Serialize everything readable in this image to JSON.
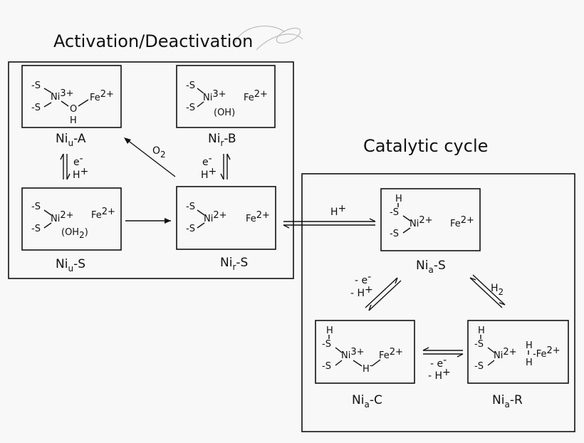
{
  "sections": {
    "activation_title": "Activation/Deactivation",
    "catalytic_title": "Catalytic cycle"
  },
  "species": {
    "NiuA": {
      "label_main": "Ni",
      "label_sub": "u",
      "label_end": "-A",
      "ni": "Ni",
      "ni_charge": "3+",
      "fe": "Fe",
      "fe_charge": "2+",
      "bridge_o": "O",
      "bridge_h": "H",
      "s": "-S"
    },
    "NirB": {
      "label_main": "Ni",
      "label_sub": "r",
      "label_end": "-B",
      "ni": "Ni",
      "ni_charge": "3+",
      "fe": "Fe",
      "fe_charge": "2+",
      "bridge": "(OH)",
      "s": "-S"
    },
    "NiuS": {
      "label_main": "Ni",
      "label_sub": "u",
      "label_end": "-S",
      "ni": "Ni",
      "ni_charge": "2+",
      "fe": "Fe",
      "fe_charge": "2+",
      "bridge_pre": "(OH",
      "bridge_sub": "2",
      "bridge_post": ")",
      "s": "-S"
    },
    "NirS": {
      "label_main": "Ni",
      "label_sub": "r",
      "label_end": "-S",
      "ni": "Ni",
      "ni_charge": "2+",
      "fe": "Fe",
      "fe_charge": "2+",
      "s": "-S"
    },
    "NiaS": {
      "label_main": "Ni",
      "label_sub": "a",
      "label_end": "-S",
      "ni": "Ni",
      "ni_charge": "2+",
      "fe": "Fe",
      "fe_charge": "2+",
      "h": "H",
      "s": "-S",
      "s_plain": "S"
    },
    "NiaC": {
      "label_main": "Ni",
      "label_sub": "a",
      "label_end": "-C",
      "ni": "Ni",
      "ni_charge": "3+",
      "fe": "Fe",
      "fe_charge": "2+",
      "h": "H",
      "hydride": "H",
      "hydride_charge": "-",
      "s": "-S",
      "s_plain": "S"
    },
    "NiaR": {
      "label_main": "Ni",
      "label_sub": "a",
      "label_end": "-R",
      "ni": "Ni",
      "ni_charge": "2+",
      "fe": "Fe",
      "fe_charge": "2+",
      "h": "H",
      "s": "-S",
      "s_plain": "S"
    }
  },
  "reagents": {
    "e_minus": "e",
    "e_charge": "-",
    "h_plus": "H",
    "h_charge": "+",
    "minus_e": "- e",
    "minus_h": "- H",
    "o2": "O",
    "o2_sub": "2",
    "h2": "H",
    "h2_sub": "2",
    "h_plus_label": "H",
    "h_plus_charge": "+"
  }
}
